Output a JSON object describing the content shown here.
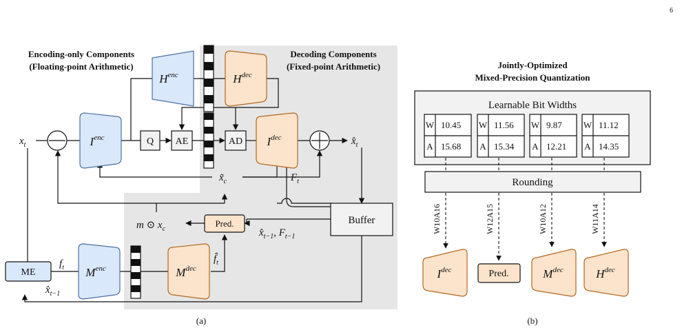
{
  "page_number": "6",
  "panel_a": {
    "caption": "(a)",
    "encoding_label": [
      "Encoding-only Components",
      "(Floating-point Arithmetic)"
    ],
    "decoding_label": [
      "Decoding Components",
      "(Fixed-point Arithmetic)"
    ],
    "blocks": {
      "h_enc": {
        "base": "H",
        "sup": "enc"
      },
      "h_dec": {
        "base": "H",
        "sup": "dec"
      },
      "i_enc": {
        "base": "I",
        "sup": "enc"
      },
      "i_dec": {
        "base": "I",
        "sup": "dec"
      },
      "m_enc": {
        "base": "M",
        "sup": "enc"
      },
      "m_dec": {
        "base": "M",
        "sup": "dec"
      },
      "q": "Q",
      "ae": "AE",
      "ad": "AD",
      "me": "ME",
      "pred": "Pred.",
      "buffer": "Buffer"
    },
    "signals": {
      "x_t": {
        "base": "x",
        "sub": "t"
      },
      "x_hat_t": {
        "base": "x̂",
        "sub": "t"
      },
      "x_tilde_c": {
        "base": "x̃",
        "sub": "c"
      },
      "F_t": {
        "base": "F",
        "sub": "t"
      },
      "m_odot_xc": {
        "pre": "m ⊙ x",
        "sub": "c"
      },
      "prev": {
        "a": "x̂",
        "a_sub": "t−1",
        "b": ", F",
        "b_sub": "t−1"
      },
      "f_t": {
        "base": "f",
        "sub": "t"
      },
      "f_hat_t": {
        "base": "f̂",
        "sub": "t"
      },
      "x_hat_prev": {
        "base": "x̂",
        "sub": "t−1"
      }
    }
  },
  "panel_b": {
    "caption": "(b)",
    "title": [
      "Jointly-Optimized",
      "Mixed-Precision Quantization"
    ],
    "bit_widths_label": "Learnable Bit Widths",
    "rounding_label": "Rounding",
    "groups": [
      {
        "w": "10.45",
        "a": "15.68",
        "code": "W10A16"
      },
      {
        "w": "11.56",
        "a": "15.34",
        "code": "W12A15"
      },
      {
        "w": "9.87",
        "a": "12.21",
        "code": "W10A12"
      },
      {
        "w": "11.12",
        "a": "14.35",
        "code": "W11A14"
      }
    ],
    "w_label": "W",
    "a_label": "A",
    "targets": {
      "i_dec": {
        "base": "I",
        "sup": "dec"
      },
      "pred": "Pred.",
      "m_dec": {
        "base": "M",
        "sup": "dec"
      },
      "h_dec": {
        "base": "H",
        "sup": "dec"
      }
    }
  },
  "colors": {
    "enc_fill": "#dae8fc",
    "enc_stroke": "#4a6fa5",
    "dec_fill": "#fce4cc",
    "dec_stroke": "#b5651d",
    "region_fill": "#e6e6e6",
    "box_fill": "#f2f2f2"
  }
}
